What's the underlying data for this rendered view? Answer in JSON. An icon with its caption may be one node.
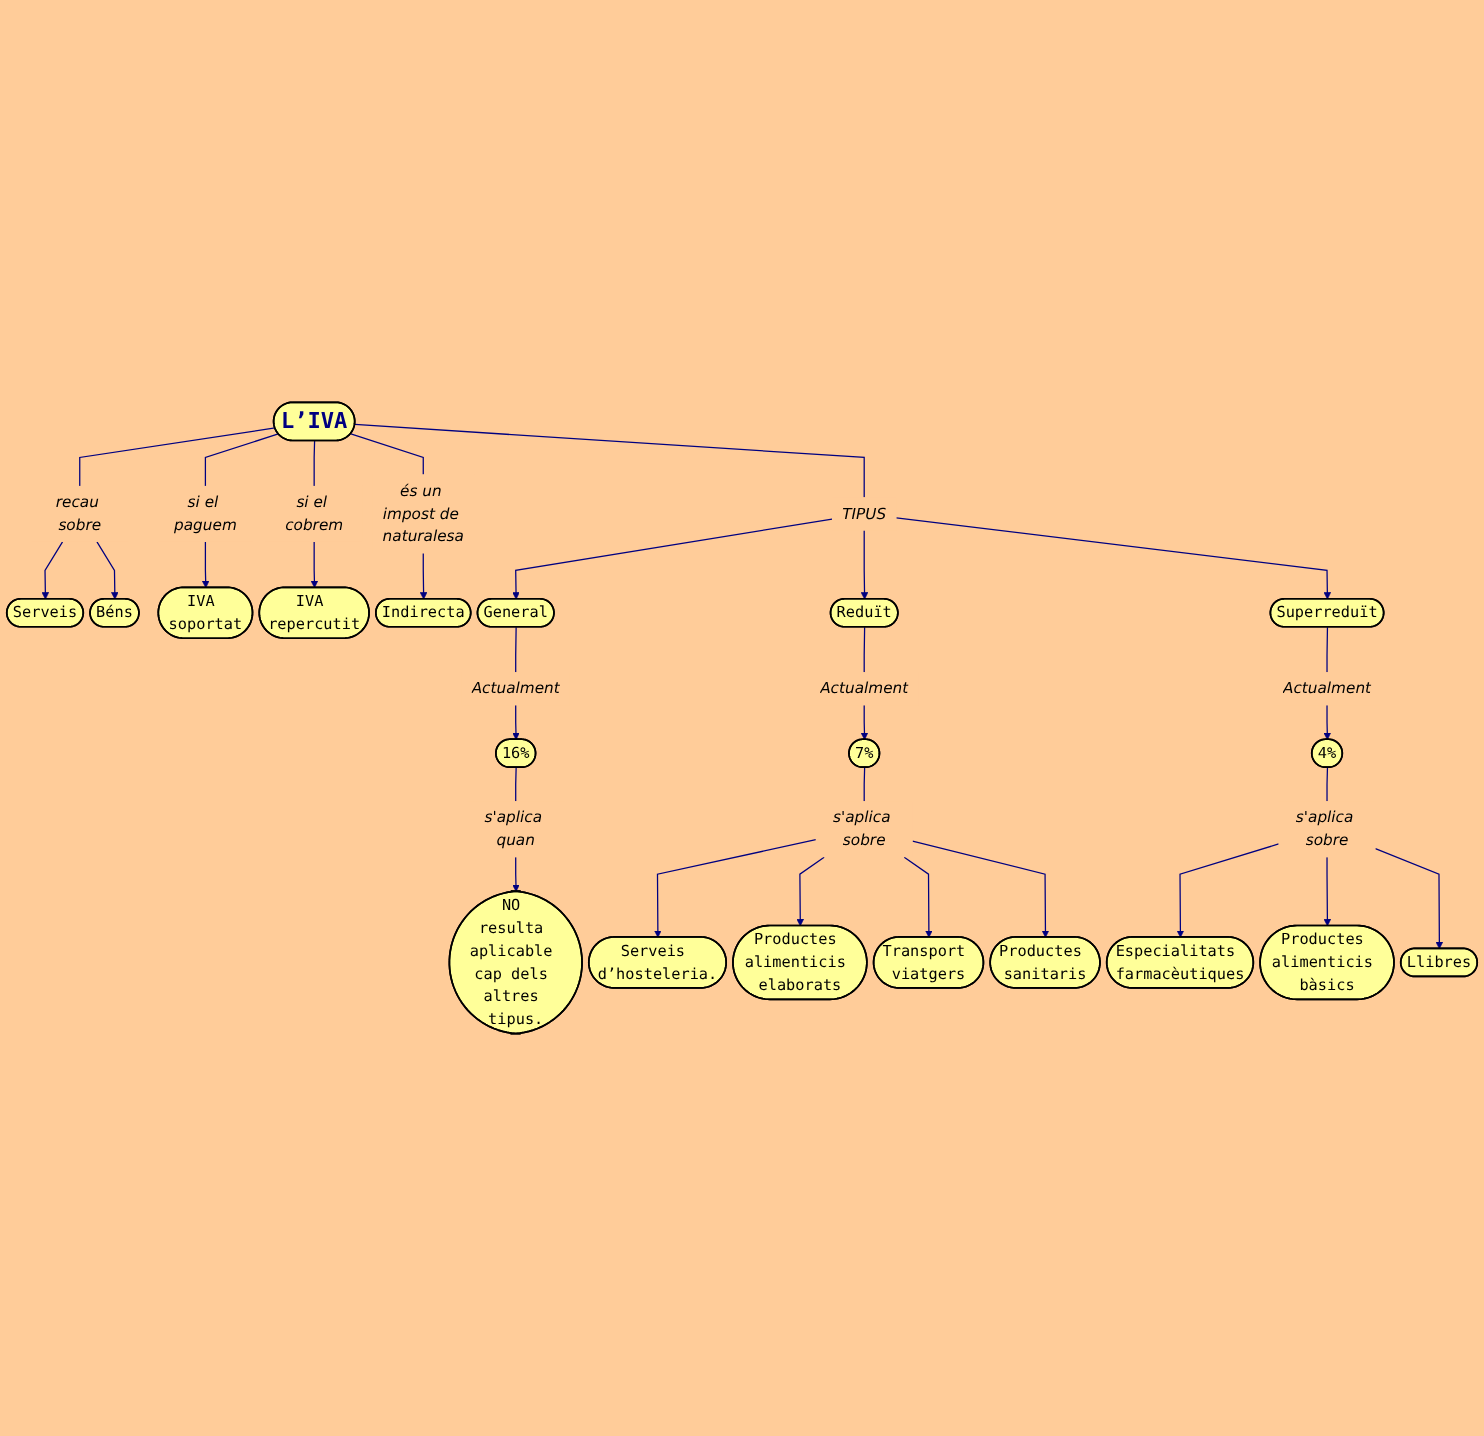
{
  "diagram": {
    "nodes": [
      {
        "text": [
          "L’IVA"
        ]
      },
      {
        "text": [
          "Serveis"
        ]
      },
      {
        "text": [
          "Béns"
        ]
      },
      {
        "text": [
          "IVA soportat"
        ]
      },
      {
        "text": [
          "IVA repercutit"
        ]
      },
      {
        "text": [
          "Indirecta"
        ]
      },
      {
        "text": [
          "recau sobre"
        ]
      },
      {
        "text": [
          "si el paguem"
        ]
      },
      {
        "text": [
          "si el cobrem"
        ]
      },
      {
        "text": [
          "és un impost de naturalesa"
        ]
      },
      {
        "text": [
          "TIPUS"
        ]
      },
      {
        "text": [
          "General"
        ]
      },
      {
        "text": [
          "Reduït"
        ]
      },
      {
        "text": [
          "Superreduït"
        ]
      },
      {
        "text": [
          "Actualment"
        ]
      },
      {
        "text": [
          "Actualment"
        ]
      },
      {
        "text": [
          "Actualment"
        ]
      },
      {
        "text": [
          "16%"
        ]
      },
      {
        "text": [
          "7%"
        ]
      },
      {
        "text": [
          "4%"
        ]
      },
      {
        "text": [
          "s'aplica quan"
        ]
      },
      {
        "text": [
          "NO resulta aplicable cap dels altres tipus."
        ]
      },
      {
        "text": [
          "s'aplica sobre"
        ]
      },
      {
        "text": [
          "Serveis d’hosteleria."
        ]
      },
      {
        "text": [
          "Productes alimenticis elaborats"
        ]
      },
      {
        "text": [
          "Transport viatgers"
        ]
      },
      {
        "text": [
          "Productes sanitaris"
        ]
      },
      {
        "text": [
          "s'aplica sobre"
        ]
      },
      {
        "text": [
          "Especialitats farmacèutiques"
        ]
      },
      {
        "text": [
          "Productes alimenticis bàsics"
        ]
      },
      {
        "text": [
          "Llibres"
        ]
      }
    ],
    "edges": [
      {
        "from": 0,
        "to": 6,
        "arrow": "none"
      },
      {
        "from": 6,
        "to": 1,
        "arrow": "to"
      },
      {
        "from": 6,
        "to": 2,
        "arrow": "to"
      },
      {
        "from": 0,
        "to": 7,
        "arrow": "none"
      },
      {
        "from": 7,
        "to": 3,
        "arrow": "to"
      },
      {
        "from": 0,
        "to": 8,
        "arrow": "none"
      },
      {
        "from": 8,
        "to": 4,
        "arrow": "to"
      },
      {
        "from": 0,
        "to": 9,
        "arrow": "none"
      },
      {
        "from": 9,
        "to": 5,
        "arrow": "to"
      },
      {
        "from": 0,
        "to": 10,
        "arrow": "none"
      },
      {
        "from": 10,
        "to": 11,
        "arrow": "to"
      },
      {
        "from": 10,
        "to": 12,
        "arrow": "to"
      },
      {
        "from": 10,
        "to": 13,
        "arrow": "to"
      },
      {
        "from": 11,
        "to": 14,
        "arrow": "none"
      },
      {
        "from": 14,
        "to": 17,
        "arrow": "to"
      },
      {
        "from": 12,
        "to": 15,
        "arrow": "none"
      },
      {
        "from": 15,
        "to": 18,
        "arrow": "to"
      },
      {
        "from": 13,
        "to": 16,
        "arrow": "none"
      },
      {
        "from": 16,
        "to": 19,
        "arrow": "to"
      },
      {
        "from": 17,
        "to": 20,
        "arrow": "none"
      },
      {
        "from": 20,
        "to": 21,
        "arrow": "to"
      },
      {
        "from": 18,
        "to": 22,
        "arrow": "none"
      },
      {
        "from": 22,
        "to": 23,
        "arrow": "to"
      },
      {
        "from": 22,
        "to": 24,
        "arrow": "to"
      },
      {
        "from": 22,
        "to": 25,
        "arrow": "to"
      },
      {
        "from": 22,
        "to": 26,
        "arrow": "to"
      },
      {
        "from": 19,
        "to": 27,
        "arrow": "none"
      },
      {
        "from": 27,
        "to": 28,
        "arrow": "to"
      },
      {
        "from": 27,
        "to": 29,
        "arrow": "to"
      },
      {
        "from": 27,
        "to": 30,
        "arrow": "to"
      }
    ]
  }
}
